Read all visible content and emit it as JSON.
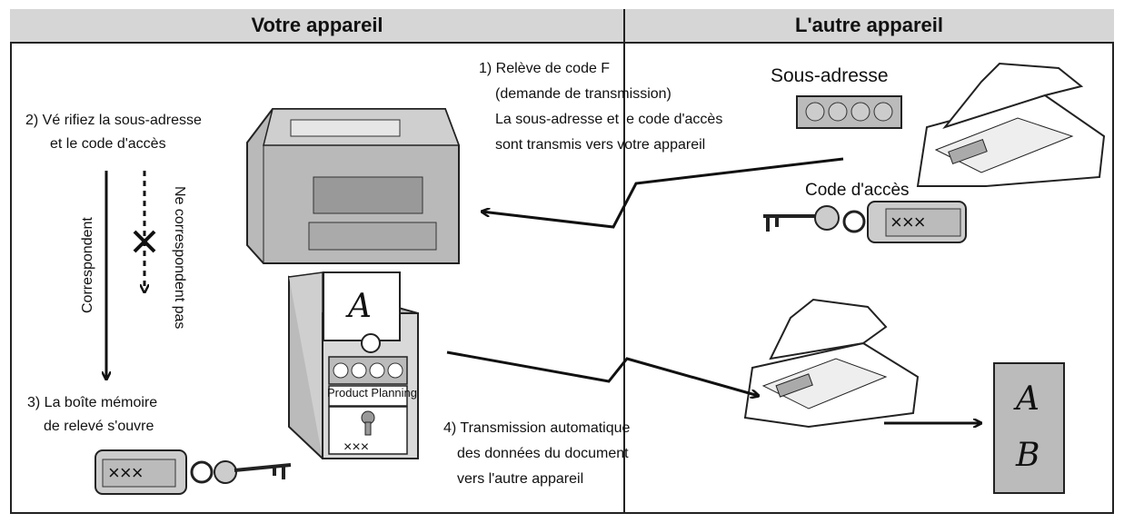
{
  "header": {
    "left_title": "Votre appareil",
    "right_title": "L'autre appareil"
  },
  "steps": {
    "s1": [
      "1) Relève de code F",
      "(demande de transmission)",
      "La sous-adresse et le code d'accès",
      "sont transmis vers votre appareil"
    ],
    "s2": [
      "2) Vé rifiez la sous-adresse",
      "et le code d'accès"
    ],
    "s3": [
      "3) La boîte mémoire",
      "de relevé s'ouvre"
    ],
    "s4": [
      "4) Transmission automatique",
      "des données du document",
      "vers l'autre appareil"
    ]
  },
  "labels": {
    "sous_adresse": "Sous-adresse",
    "code_acces": "Code d'accès",
    "correspondent": "Correspondent",
    "ne_correspondent_pas": "Ne correspondent pas",
    "product_planning": "Product Planning",
    "tag_marks": "×××",
    "letter_a": "A",
    "letter_b": "B"
  }
}
